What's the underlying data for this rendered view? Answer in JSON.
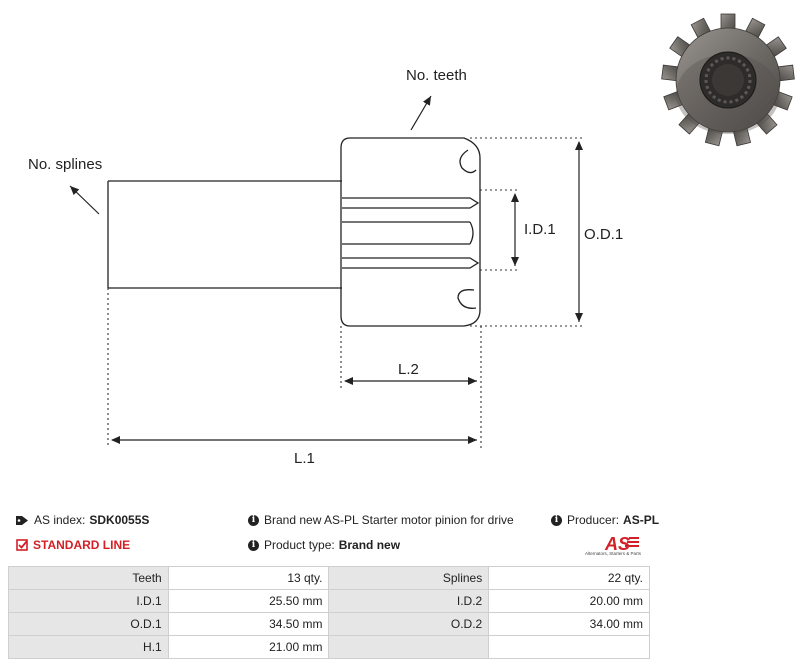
{
  "diagram": {
    "labels": {
      "no_teeth": "No. teeth",
      "no_splines": "No. splines",
      "id1": "I.D.1",
      "od1": "O.D.1",
      "l2": "L.2",
      "l1": "L.1"
    }
  },
  "info": {
    "index_label": "AS index:",
    "index_value": "SDK0055S",
    "standard_line": "STANDARD LINE",
    "description": "Brand new AS-PL Starter motor pinion for drive",
    "product_type_label": "Product type:",
    "product_type_value": "Brand new",
    "producer_label": "Producer:",
    "producer_value": "AS-PL",
    "logo_text": "AS",
    "logo_subtitle": "Alternators, Starters & Parts"
  },
  "specs": {
    "rows": [
      {
        "l1": "Teeth",
        "v1": "13 qty.",
        "l2": "Splines",
        "v2": "22 qty."
      },
      {
        "l1": "I.D.1",
        "v1": "25.50  mm",
        "l2": "I.D.2",
        "v2": "20.00 mm"
      },
      {
        "l1": "O.D.1",
        "v1": "34.50 mm",
        "l2": "O.D.2",
        "v2": "34.00 mm"
      },
      {
        "l1": "H.1",
        "v1": "21.00 mm",
        "l2": "",
        "v2": ""
      }
    ]
  },
  "colors": {
    "accent_red": "#d32027",
    "table_label_bg": "#e6e6e6",
    "border": "#cfcfcf"
  }
}
